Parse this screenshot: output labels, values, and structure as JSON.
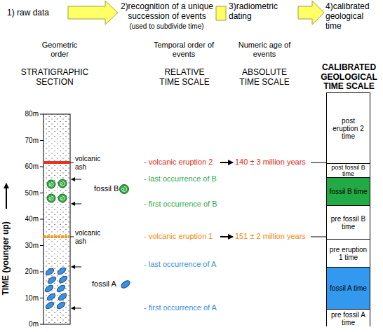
{
  "diagram": {
    "nodes": [
      {
        "text": [
          "CALIBRATED GEOLOGICAL TIME SCALE"
        ]
      },
      {
        "text": [
          "post eruption 2 time"
        ],
        "in": 0
      },
      {
        "text": [
          "post fossil B time"
        ],
        "in": 0
      },
      {
        "text": [
          "fossil B time"
        ],
        "in": 0
      },
      {
        "text": [
          "pre fossil B time"
        ],
        "in": 0
      },
      {
        "text": [
          "pre eruption 1 time"
        ],
        "in": 0
      },
      {
        "text": [
          "fossil A time"
        ],
        "in": 0
      },
      {
        "text": [
          "pre fossil A time"
        ],
        "in": 0
      }
    ],
    "labels": [
      "1) raw data",
      "2)recognition of a unique succession of events",
      "(used to subdivide time)",
      "3)radiometric dating",
      "4)calibrated geological time",
      "Geometric order",
      "Temporal order of events",
      "Numeric age of events",
      "STRATIGRAPHIC SECTION",
      "RELATIVE TIME SCALE",
      "ABSOLUTE TIME SCALE",
      "TIME (younger up)",
      "80m",
      "70m",
      "60m",
      "50m",
      "40m",
      "30m",
      "20m",
      "10m",
      "0m",
      "volcanic ash",
      "- volcanic eruption 2",
      "140 ± 3 million years",
      "- last occurrence of B",
      "fossil B",
      "- first occurrence of B",
      "volcanic ash",
      "- volcanic eruption 1",
      "151 ± 2 million years",
      "- last occurrence of A",
      "fossil A",
      "- first occurrence of A"
    ]
  }
}
